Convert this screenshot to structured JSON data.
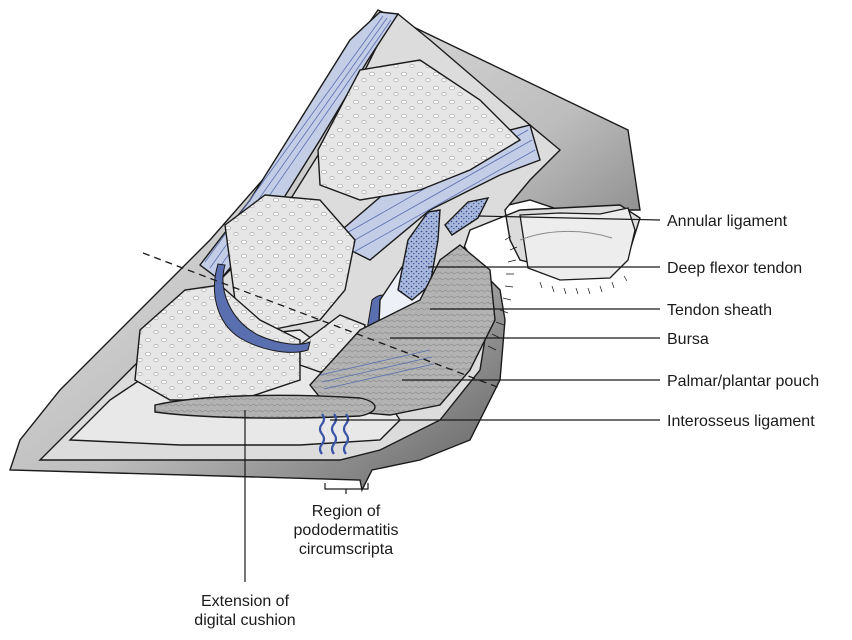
{
  "labels": {
    "annular_ligament": "Annular ligament",
    "deep_flexor_tendon": "Deep flexor tendon",
    "tendon_sheath": "Tendon sheath",
    "bursa": "Bursa",
    "palmar_plantar_pouch": "Palmar/plantar pouch",
    "interosseus_ligament": "Interosseus ligament",
    "region_line1": "Region of",
    "region_line2": "pododermatitis",
    "region_line3": "circumscripta",
    "extension_line1": "Extension of",
    "extension_line2": "digital cushion"
  },
  "colors": {
    "bone": "#e4e4e4",
    "soft_tissue": "#d6d6d6",
    "tendon_blue": "#b7c3e0",
    "cartilage_blue": "#5a6fb0",
    "dotted_blue": "#9fb0d8",
    "cushion_gray": "#a9a9a9",
    "hoof_dark": "#555555"
  }
}
